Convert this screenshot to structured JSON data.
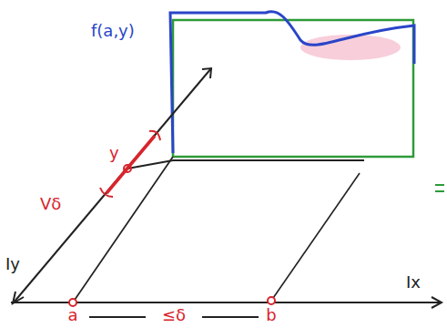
{
  "diagram": {
    "labels": [
      "f(a,y)",
      "y",
      "Vδ",
      "Iy",
      "a",
      "≤δ",
      "b",
      "Ix"
    ]
  }
}
